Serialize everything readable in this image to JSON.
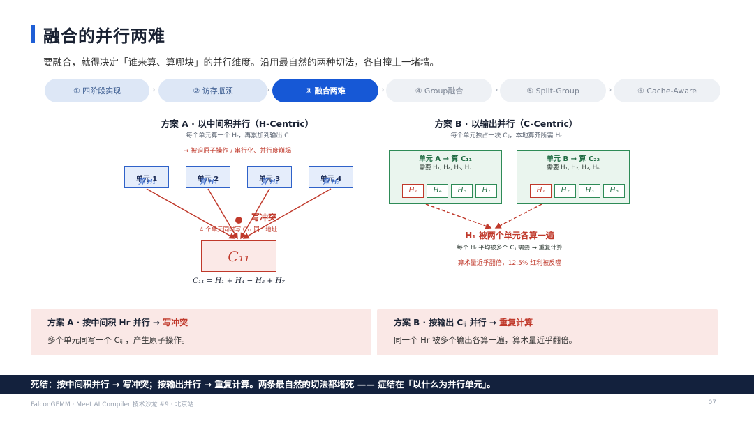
{
  "header": {
    "title": "融合的并行两难",
    "subtitle": "要融合，就得决定「谁来算、算哪块」的并行维度。沿用最自然的两种切法，各自撞上一堵墙。"
  },
  "steps": [
    {
      "label": "① 四阶段实现",
      "state": "done"
    },
    {
      "label": "② 访存瓶颈",
      "state": "done"
    },
    {
      "label": "③ 融合两难",
      "state": "active"
    },
    {
      "label": "④ Group融合",
      "state": "todo"
    },
    {
      "label": "⑤ Split-Group",
      "state": "todo"
    },
    {
      "label": "⑥ Cache-Aware",
      "state": "todo"
    }
  ],
  "step_separator": "›",
  "planA": {
    "title": "方案 A · 以中间积并行（H-Centric）",
    "sub": "每个单元算一个 Hᵣ，再累加到输出 C",
    "warn": "→ 被迫原子操作 / 串行化、并行度崩塌",
    "units": [
      {
        "name": "单元 1",
        "compute": "算 H₁"
      },
      {
        "name": "单元 2",
        "compute": "算 H₄"
      },
      {
        "name": "单元 3",
        "compute": "算 H₅"
      },
      {
        "name": "单元 4",
        "compute": "算 H₇"
      }
    ],
    "conflict": "写冲突",
    "conflict_note": "4 个单元同时写 C₁₁ 同一地址",
    "target": "C₁₁",
    "formula": "C₁₁ = H₁ + H₄ − H₅ + H₇"
  },
  "planB": {
    "title": "方案 B · 以输出并行（C-Centric）",
    "sub": "每个单元独占一块 Cᵢⱼ，本地算齐所需 Hᵣ",
    "groups": [
      {
        "title": "单元 A → 算 C₁₁",
        "need": "需要 H₁, H₄, H₅, H₇",
        "cells": [
          "H₁",
          "H₄",
          "H₅",
          "H₇"
        ]
      },
      {
        "title": "单元 B → 算 C₂₂",
        "need": "需要 H₁, H₂, H₃, H₆",
        "cells": [
          "H₁",
          "H₂",
          "H₃",
          "H₆"
        ]
      }
    ],
    "recompute": "H₁ 被两个单元各算一遍",
    "recompute_sub": "每个 Hᵣ 平均被多个 Cᵢⱼ 需要 → 重复计算",
    "recompute_note": "算术量近乎翻倍，12.5% 红利被反噬"
  },
  "cards": [
    {
      "title_pre": "方案 A · 按中间积 Hr 并行 → ",
      "title_hl": "写冲突",
      "body": "多个单元同写一个 Cᵢⱼ ，产生原子操作。"
    },
    {
      "title_pre": "方案 B · 按输出 Cᵢⱼ 并行 → ",
      "title_hl": "重复计算",
      "body": "同一个 Hr 被多个输出各算一遍，算术量近乎翻倍。"
    }
  ],
  "banner": "死结：按中间积并行 → 写冲突；按输出并行 → 重复计算。两条最自然的切法都堵死 —— 症结在「以什么为并行单元」。",
  "footer": "FalconGEMM · Meet AI Compiler 技术沙龙 #9 · 北京站",
  "page_number": "07",
  "colors": {
    "accent": "#1658d6",
    "conflict": "#c0392b",
    "green": "#2e8b57",
    "banner": "#13213d"
  }
}
